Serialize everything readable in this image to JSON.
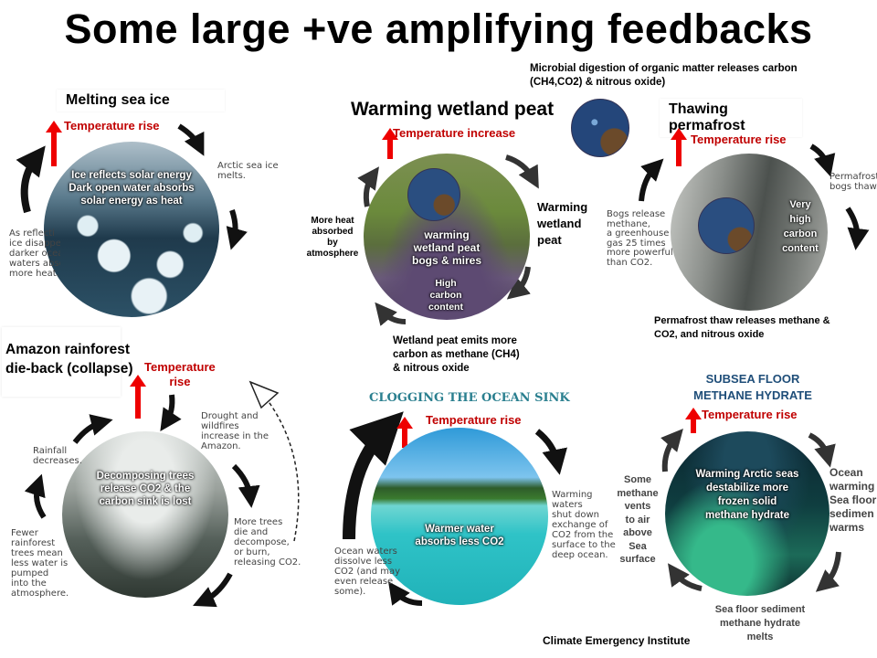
{
  "title": "Some large +ve amplifying feedbacks",
  "microbial_note": "Microbial digestion of organic matter releases carbon (CH4,CO2) & nitrous oxide)",
  "credit": "Climate Emergency Institute",
  "panels": {
    "sea_ice": {
      "title": "Melting sea ice",
      "temp": "Temperature rise",
      "circle_text": [
        "Ice reflects solar energy",
        "Dark open water absorbs",
        "solar energy as heat"
      ],
      "right_note": [
        "Arctic sea ice",
        "melts."
      ],
      "left_note": [
        "As reflecti",
        "ice disappe",
        "darker ocea",
        "waters abso",
        "more heat."
      ]
    },
    "wetland": {
      "title": "Warming wetland peat",
      "temp": "Temperature increase",
      "left_note": [
        "More heat",
        "absorbed",
        "by atmosphere"
      ],
      "right_note": [
        "Warming",
        "wetland",
        "peat"
      ],
      "circle_text": [
        "warming",
        "wetland peat",
        "bogs & mires"
      ],
      "circle_text2": [
        "High",
        "carbon",
        "content"
      ],
      "bottom_note": [
        "Wetland peat emits more",
        "carbon as methane (CH4)",
        "& nitrous oxide"
      ]
    },
    "permafrost": {
      "title": "Thawing permafrost",
      "temp": "Temperature rise",
      "right_note": [
        "Permafrost",
        "bogs thaw."
      ],
      "left_note": [
        "Bogs release",
        "methane,",
        "a greenhouse",
        "gas 25 times",
        "more powerful",
        "than CO2."
      ],
      "circle_text": [
        "Very",
        "high",
        "carbon",
        "content"
      ],
      "bottom_note": [
        "Permafrost thaw releases methane &",
        "CO2, and nitrous oxide"
      ]
    },
    "amazon": {
      "title": [
        "Amazon rainforest",
        "die-back (collapse)"
      ],
      "temp": [
        "Temperature",
        "rise"
      ],
      "circle_text": [
        "Decomposing trees",
        "release CO2 & the",
        "carbon sink is lost"
      ],
      "note_drought": [
        "Drought and",
        "wildfires",
        "increase in the",
        "Amazon."
      ],
      "note_rainfall": [
        "Rainfall",
        "decreases."
      ],
      "note_fewer": [
        "Fewer",
        "rainforest",
        "trees mean",
        "less water is",
        "pumped",
        "into the",
        "atmosphere."
      ],
      "note_more": [
        "More trees",
        "die and",
        "decompose,",
        "or burn,",
        "releasing CO2."
      ]
    },
    "ocean": {
      "title": "CLOGGING THE OCEAN SINK",
      "temp": "Temperature rise",
      "circle_text": [
        "Warmer water",
        "absorbs less CO2"
      ],
      "right_note": [
        "Warming",
        "waters",
        "shut down",
        "exchange of",
        "CO2 from the",
        "surface to the",
        "deep ocean."
      ],
      "left_note": [
        "Ocean waters",
        "dissolve less",
        "CO2 (and may",
        "even release",
        "some)."
      ]
    },
    "subsea": {
      "title": [
        "SUBSEA FLOOR",
        "METHANE HYDRATE"
      ],
      "temp": "Temperature rise",
      "circle_text": [
        "Warming Arctic seas",
        "destabilize more",
        "frozen solid",
        "methane hydrate"
      ],
      "left_note": [
        "Some",
        "methane",
        "vents",
        "to air",
        "above",
        "Sea",
        "surface"
      ],
      "right_note": [
        "Ocean",
        "warming",
        "Sea floor",
        "sedimen",
        "warms"
      ],
      "bottom_note": [
        "Sea floor sediment",
        "methane hydrate",
        "melts"
      ]
    }
  },
  "colors": {
    "temp_red": "#c00000",
    "arrow_red": "#ee0000",
    "ocean_title": "#2a7f8f",
    "subsea_title": "#1f4e79"
  }
}
